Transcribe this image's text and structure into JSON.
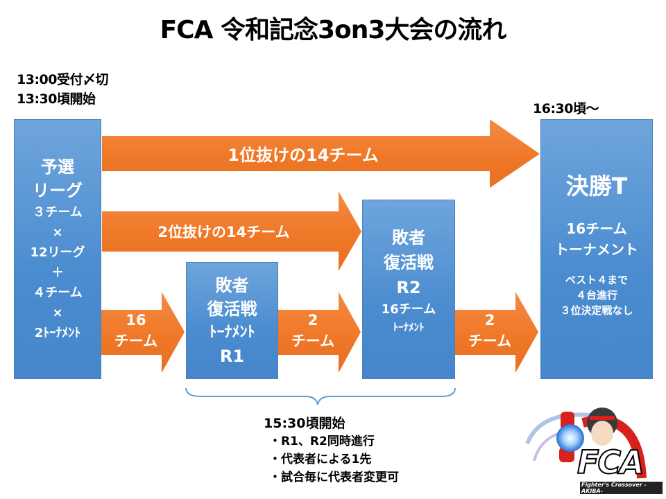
{
  "title": "FCA 令和記念3on3大会の流れ",
  "times": {
    "start_line1": "13:00受付〆切",
    "start_line2": "13:30頃開始",
    "final_time": "16:30頃～",
    "repechage_time": "15:30頃開始"
  },
  "boxes": {
    "qualifier": {
      "lines": [
        "予選",
        "リーグ",
        "３チーム",
        "×",
        "12リーグ",
        "＋",
        "４チーム",
        "×",
        "2ﾄｰﾅﾒﾝﾄ"
      ]
    },
    "r1": {
      "lines": [
        "敗者",
        "復活戦",
        "ﾄｰﾅﾒﾝﾄ",
        "R1"
      ]
    },
    "r2": {
      "lines": [
        "敗者",
        "復活戦",
        "R2",
        "16チーム",
        "ﾄｰﾅﾒﾝﾄ"
      ]
    },
    "final": {
      "title": "決勝T",
      "lines": [
        "16チーム",
        "トーナメント"
      ],
      "notes": [
        "ベスト４まで",
        "４台進行",
        "３位決定戦なし"
      ]
    }
  },
  "arrows": {
    "first_place": "1位抜けの14チーム",
    "second_place": "2位抜けの14チーム",
    "to_r1": [
      "16",
      "チーム"
    ],
    "r1_to_r2": [
      "2",
      "チーム"
    ],
    "r2_to_final": [
      "2",
      "チーム"
    ]
  },
  "repechage_notes": [
    "・R1、R2同時進行",
    "・代表者による1先",
    "・試合毎に代表者変更可"
  ],
  "logo": {
    "text": "FCA",
    "subtitle": "Fighter's Crossover -AKIBA-"
  },
  "colors": {
    "box_blue": "#5b9bd5",
    "arrow_orange": "#ed7d31",
    "brace_blue": "#5b9bd5"
  }
}
